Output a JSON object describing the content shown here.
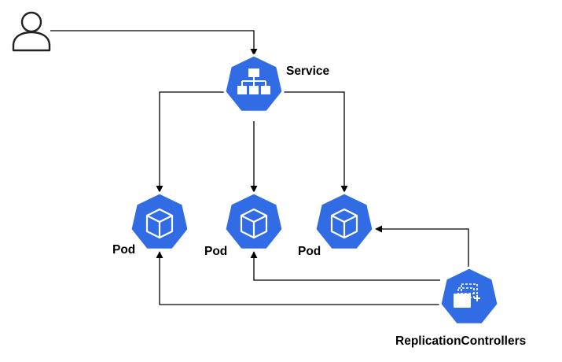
{
  "diagram": {
    "user": {
      "icon": "user-icon"
    },
    "service": {
      "label": "Service",
      "icon": "service-network-icon"
    },
    "pods": [
      {
        "label": "Pod",
        "icon": "pod-cube-icon"
      },
      {
        "label": "Pod",
        "icon": "pod-cube-icon"
      },
      {
        "label": "Pod",
        "icon": "pod-cube-icon"
      }
    ],
    "replication_controller": {
      "label": "ReplicationControllers",
      "icon": "replication-controller-icon"
    },
    "colors": {
      "node_fill": "#326ce5",
      "node_stroke": "#ffffff",
      "edge": "#000000",
      "user_stroke": "#222222"
    }
  }
}
